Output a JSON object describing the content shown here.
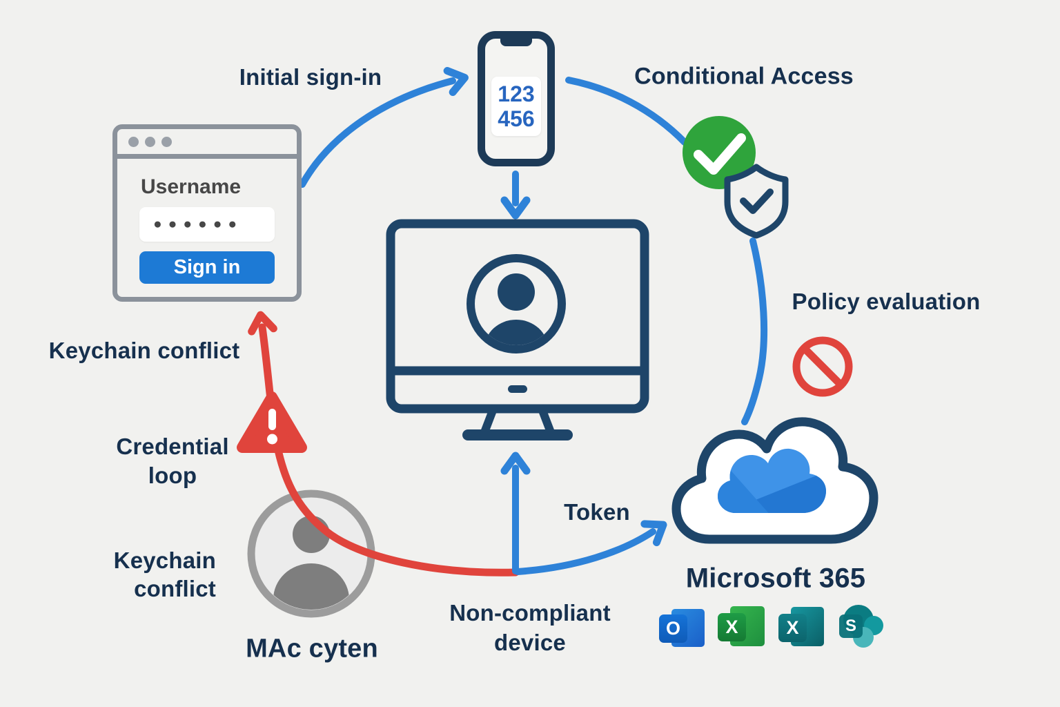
{
  "title": "Conditional Access sign-in flow diagram",
  "palette": {
    "background": "#f1f1ef",
    "text_navy": "#16304e",
    "icon_navy": "#1e4569",
    "arrow_blue": "#2e82d8",
    "button_blue": "#1d7ad5",
    "code_blue": "#2765bf",
    "success_green": "#2fa43c",
    "error_red": "#e0443c",
    "window_gray": "#8b929b",
    "avatar_gray": "#7e7e7e"
  },
  "signin_window": {
    "username_label": "Username",
    "password_mask": "●●●●●●",
    "signin_button": "Sign in"
  },
  "phone": {
    "code_line1": "123",
    "code_line2": "456"
  },
  "labels": {
    "initial_signin": "Initial sign-in",
    "conditional_access": "Conditional Access",
    "policy_evaluation": "Policy evaluation",
    "token": "Token",
    "non_compliant_line1": "Non-compliant",
    "non_compliant_line2": "device",
    "keychain_conflict_upper": "Keychain conflict",
    "credential_loop_line1": "Credential",
    "credential_loop_line2": "loop",
    "keychain_conflict_lower_line1": "Keychain",
    "keychain_conflict_lower_line2": "conflict",
    "mac_cyten": "MAc cyten",
    "microsoft_365": "Microsoft 365"
  },
  "app_icons": [
    {
      "name": "outlook",
      "letter": "O"
    },
    {
      "name": "excel",
      "letter": "X"
    },
    {
      "name": "excel-teal",
      "letter": "X"
    },
    {
      "name": "sharepoint",
      "letter": "S"
    }
  ],
  "icons": {
    "green_check": "check-circle-icon",
    "shield_check": "shield-check-icon",
    "no_entry": "prohibited-icon",
    "warning": "warning-triangle-icon",
    "cloud": "microsoft-365-cloud-icon",
    "monitor_user": "monitor-user-icon",
    "gray_user": "user-avatar-icon",
    "phone_code": "phone-otp-icon"
  }
}
